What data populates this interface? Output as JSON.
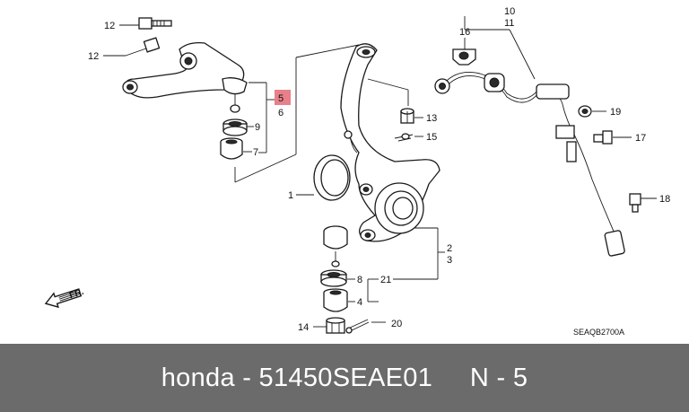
{
  "diagram": {
    "callouts": {
      "c1": "1",
      "c2": "2",
      "c3": "3",
      "c4": "4",
      "c5": "5",
      "c6": "6",
      "c7": "7",
      "c8": "8",
      "c9": "9",
      "c10": "10",
      "c11": "11",
      "c12a": "12",
      "c12b": "12",
      "c13": "13",
      "c14": "14",
      "c15": "15",
      "c16": "16",
      "c17": "17",
      "c18": "18",
      "c19": "19",
      "c20": "20",
      "c21": "21"
    },
    "highlight_color": "#e8808a",
    "direction_label": "FR.",
    "diagram_code": "SEAQB2700A"
  },
  "footer": {
    "text": "honda - 51450SEAE01     N - 5"
  }
}
